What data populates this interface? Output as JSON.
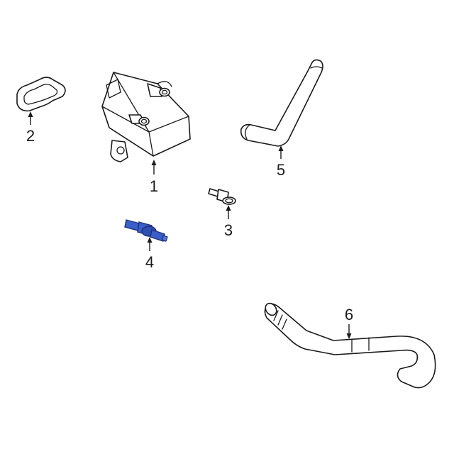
{
  "diagram": {
    "callouts": [
      {
        "id": "1",
        "label": "1"
      },
      {
        "id": "2",
        "label": "2"
      },
      {
        "id": "3",
        "label": "3"
      },
      {
        "id": "4",
        "label": "4"
      },
      {
        "id": "5",
        "label": "5"
      },
      {
        "id": "6",
        "label": "6"
      }
    ],
    "colors": {
      "line": "#1a1a1a",
      "highlight_fill": "#3a5fc8",
      "highlight_stroke": "#1c2f78",
      "background": "#ffffff"
    }
  }
}
